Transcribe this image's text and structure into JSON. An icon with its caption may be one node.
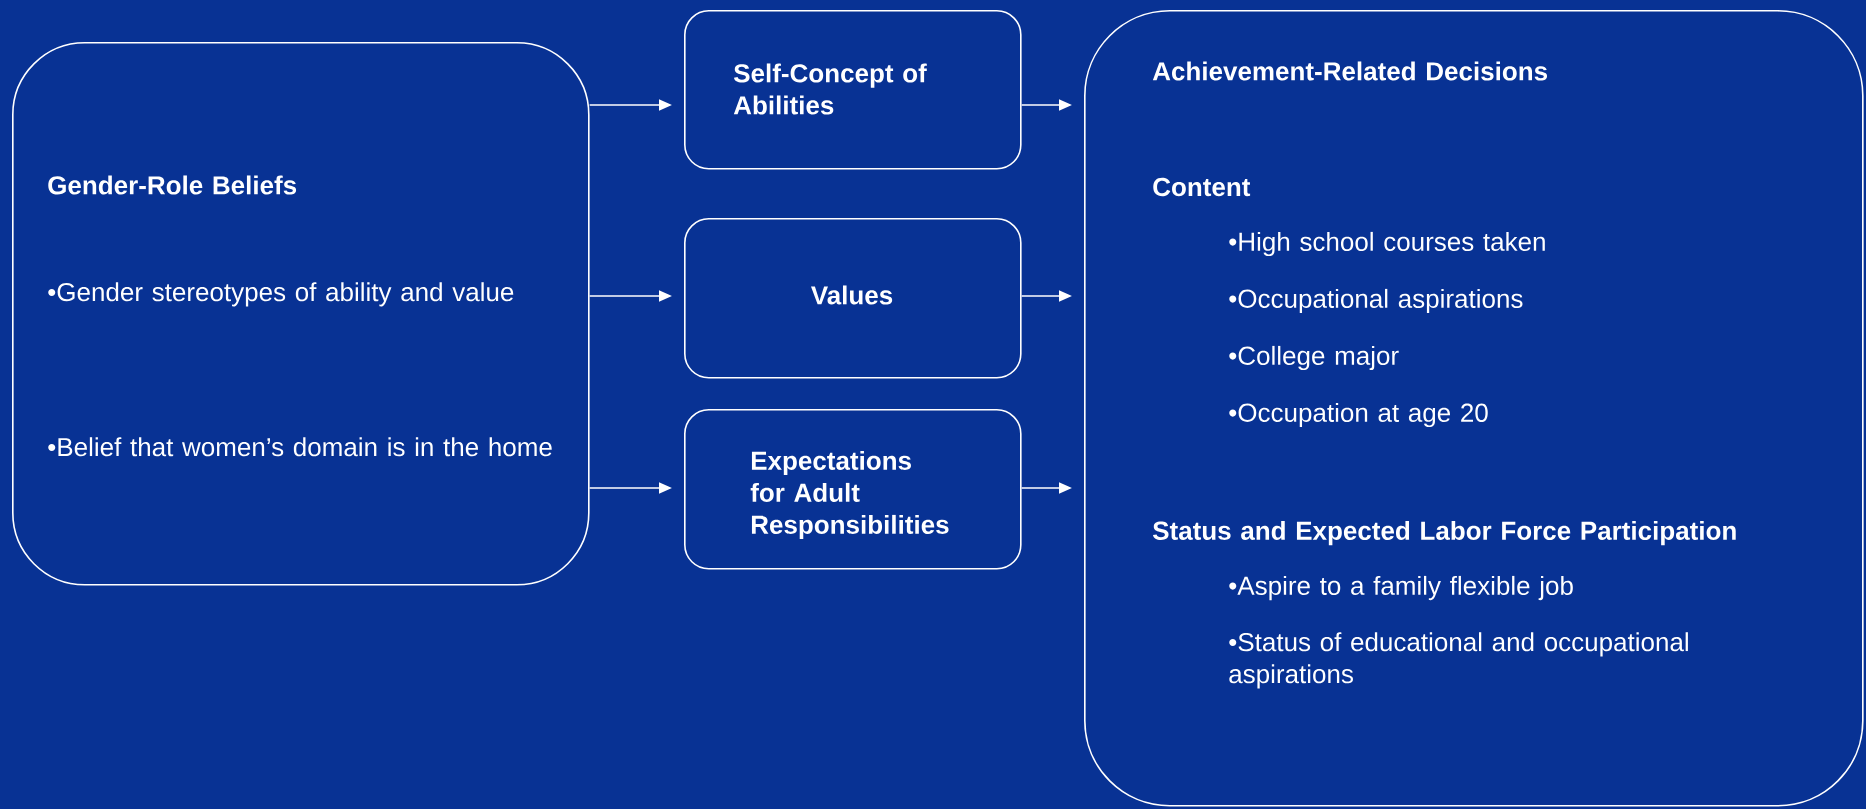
{
  "diagram": {
    "nodes": [
      {
        "text": [
          "Gender-Role Beliefs",
          "•Gender stereotypes of ability and value",
          "•Belief that women’s domain is in the home"
        ]
      },
      {
        "text": [
          "Self-Concept of Abilities"
        ]
      },
      {
        "text": [
          "Values"
        ]
      },
      {
        "text": [
          "Expectations for Adult Responsibilities"
        ]
      },
      {
        "text": [
          "Achievement-Related Decisions",
          "Content",
          "•High school courses taken",
          "•Occupational aspirations",
          "•College major",
          "•Occupation at age 20",
          "Status and Expected Labor Force Participation",
          "•Aspire to a family flexible job",
          "•Status of educational and occupational aspirations"
        ]
      }
    ],
    "edges": [
      {
        "from": 0,
        "to": 1,
        "arrow": "to"
      },
      {
        "from": 0,
        "to": 2,
        "arrow": "to"
      },
      {
        "from": 0,
        "to": 3,
        "arrow": "to"
      },
      {
        "from": 1,
        "to": 4,
        "arrow": "to"
      },
      {
        "from": 2,
        "to": 4,
        "arrow": "to"
      },
      {
        "from": 3,
        "to": 4,
        "arrow": "to"
      }
    ]
  }
}
